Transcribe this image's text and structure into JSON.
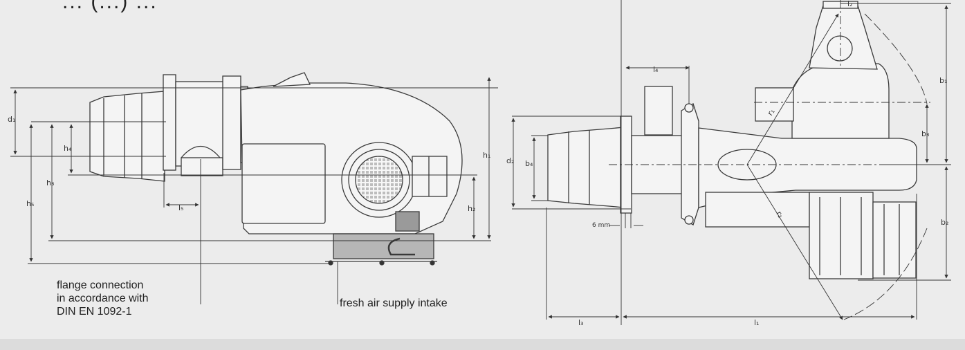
{
  "header": {
    "title_fragment": "... (...) ..."
  },
  "captions": {
    "flange_connection": [
      "flange connection",
      "in accordance with",
      "DIN EN 1092-1"
    ],
    "fresh_air": "fresh air supply intake"
  },
  "side_view_labels": {
    "d1": "d₁",
    "h4": "h₄",
    "h3": "h₃",
    "h5": "h₅",
    "l5": "l₅",
    "h1": "h₁",
    "h2": "h₂"
  },
  "top_view_labels": {
    "d2": "d₂",
    "b4": "b₄",
    "l4": "l₄",
    "l3": "l₃",
    "l1": "l₁",
    "b1": "b₁",
    "b3": "b₃",
    "b2": "b₂",
    "r1": "r₁",
    "r2": "r₂",
    "gap": "6 mm",
    "l2": "l₂"
  },
  "colors": {
    "panel": "#ececec",
    "background": "#dcdcdc",
    "line": "#3a3a3a"
  }
}
